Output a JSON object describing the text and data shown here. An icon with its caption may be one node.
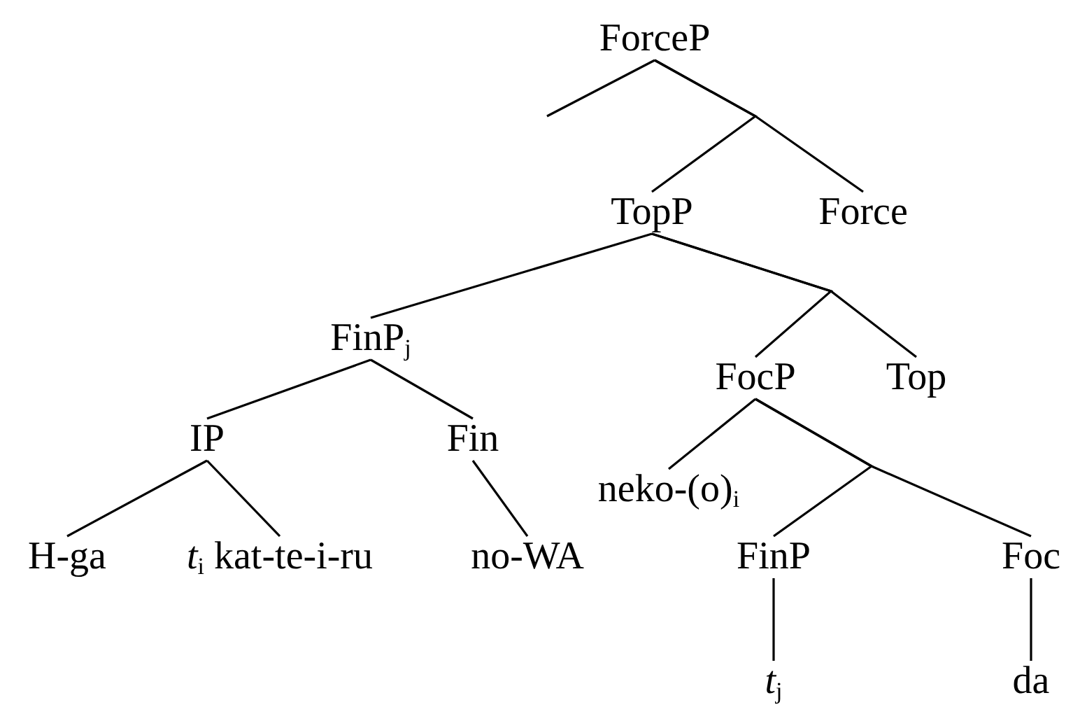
{
  "diagram": {
    "nodes": [
      {
        "text": [
          "ForceP"
        ]
      },
      {
        "text": [
          "TopP"
        ]
      },
      {
        "text": [
          "Force"
        ]
      },
      {
        "text": [
          "FinP$_{j}$"
        ]
      },
      {
        "text": [
          "FocP"
        ]
      },
      {
        "text": [
          "Top"
        ]
      },
      {
        "text": [
          "IP"
        ]
      },
      {
        "text": [
          "Fin"
        ]
      },
      {
        "text": [
          "neko-(o)$_{i}$"
        ]
      },
      {
        "text": [
          "H-ga"
        ]
      },
      {
        "text": [
          "*t*$_{i}$ kat-te-i-ru"
        ]
      },
      {
        "text": [
          "no-WA"
        ]
      },
      {
        "text": [
          "FinP"
        ]
      },
      {
        "text": [
          "Foc"
        ]
      },
      {
        "text": [
          "*t*$_{j}$"
        ]
      },
      {
        "text": [
          "da"
        ]
      }
    ],
    "edges": [
      {
        "from": 0,
        "to": null,
        "arrow": "none"
      },
      {
        "from": 0,
        "to": 1,
        "arrow": "none"
      },
      {
        "from": 0,
        "to": 2,
        "arrow": "none"
      },
      {
        "from": 1,
        "to": 3,
        "arrow": "none"
      },
      {
        "from": 1,
        "to": 4,
        "arrow": "none"
      },
      {
        "from": 1,
        "to": 5,
        "arrow": "none"
      },
      {
        "from": 3,
        "to": 6,
        "arrow": "none"
      },
      {
        "from": 3,
        "to": 7,
        "arrow": "none"
      },
      {
        "from": 4,
        "to": 8,
        "arrow": "none"
      },
      {
        "from": 4,
        "to": 12,
        "arrow": "none"
      },
      {
        "from": 4,
        "to": 13,
        "arrow": "none"
      },
      {
        "from": 6,
        "to": 9,
        "arrow": "none"
      },
      {
        "from": 6,
        "to": 10,
        "arrow": "none"
      },
      {
        "from": 7,
        "to": 11,
        "arrow": "none"
      },
      {
        "from": 12,
        "to": 14,
        "arrow": "none"
      },
      {
        "from": 13,
        "to": 15,
        "arrow": "none"
      }
    ]
  }
}
